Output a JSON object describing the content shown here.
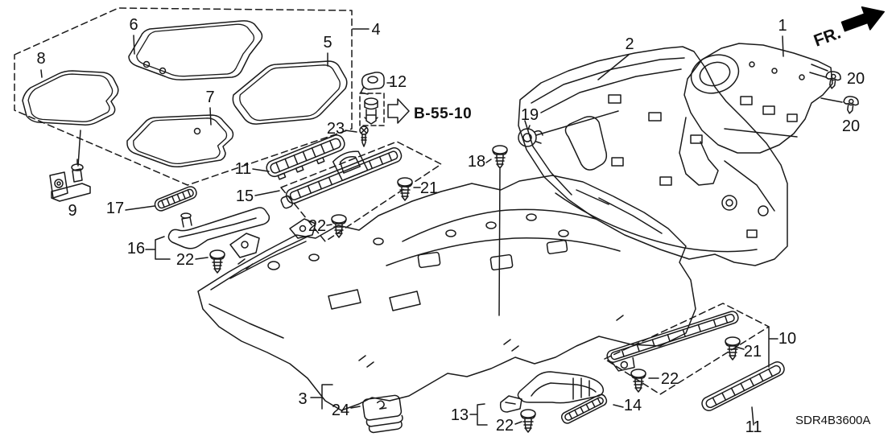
{
  "diagram": {
    "code": "SDR4B3600A",
    "bolt_reference": "B-55-10",
    "front_direction_label": "FR.",
    "line_color": "#1a1a1a",
    "background_color": "#ffffff"
  },
  "labels": {
    "part1": "1",
    "part2": "2",
    "part3": "3",
    "part4": "4",
    "part5": "5",
    "part6": "6",
    "part7": "7",
    "part8": "8",
    "part9": "9",
    "part10": "10",
    "part11_top": "11",
    "part11_bottom": "11",
    "part12": "12",
    "part13": "13",
    "part14": "14",
    "part15": "15",
    "part16": "16",
    "part17": "17",
    "part18": "18",
    "part19": "19",
    "part20_upper": "20",
    "part20_lower": "20",
    "part21_mid": "21",
    "part21_right": "21",
    "part22_16": "22",
    "part22_15": "22",
    "part22_13": "22",
    "part22_10": "22",
    "part23": "23",
    "part24": "24"
  }
}
